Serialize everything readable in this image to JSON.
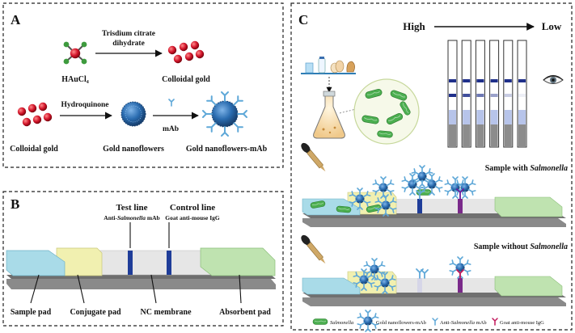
{
  "panels": {
    "a": {
      "letter": "A",
      "precursor": "HAuCl₄",
      "step1_reagent_line1": "Trisdium citrate",
      "step1_reagent_line2": "dihydrate",
      "step1_product": "Colloidal gold",
      "step2_start": "Colloidal gold",
      "step2_reagent": "Hydroquinone",
      "step2_product": "Gold nanoflowers",
      "step3_reagent": "mAb",
      "step3_product": "Gold nanoflowers-mAb"
    },
    "b": {
      "letter": "B",
      "test_line_title": "Test line",
      "test_line_sub_pre": "Anti-",
      "test_line_sub_it": "Salmonella",
      "test_line_sub_post": " mAb",
      "control_line_title": "Control line",
      "control_line_sub": "Goat anti-mouse IgG",
      "sample_pad": "Sample pad",
      "conjugate_pad": "Conjugate pad",
      "nc_membrane": "NC membrane",
      "absorbent_pad": "Absorbent pad"
    },
    "c": {
      "letter": "C",
      "gradient_high": "High",
      "gradient_low": "Low",
      "with_pre": "Sample with ",
      "with_it": "Salmonella",
      "without_pre": "Sample without ",
      "without_it": "Salmonella",
      "strip_count": 6,
      "control_band_intensity": [
        1,
        1,
        1,
        1,
        1,
        1
      ],
      "test_band_intensity": [
        1,
        0.85,
        0.65,
        0.45,
        0.25,
        0.08
      ]
    },
    "legend": {
      "salmonella": "Salmonella",
      "gold_mab": "Gold nanoflowers-mAb",
      "anti_pre": "Anti-",
      "anti_it": "Salmonella",
      "anti_post": " mAb",
      "goat": "Goat anti-mouse IgG"
    }
  },
  "colors": {
    "gold_red": "#c8102e",
    "nanoflower_blue": "#2f6fb3",
    "sample_pad": "#a9dbe8",
    "conjugate_pad": "#f1f0b0",
    "nc_membrane": "#e4e4e4",
    "absorbent_pad": "#bfe3b0",
    "test_line": "#1f3d99",
    "control_line": "#1f3d99",
    "bacteria": "#4caf50",
    "goat_antibody": "#c2185b",
    "goat_stem": "#6a1b9a"
  }
}
